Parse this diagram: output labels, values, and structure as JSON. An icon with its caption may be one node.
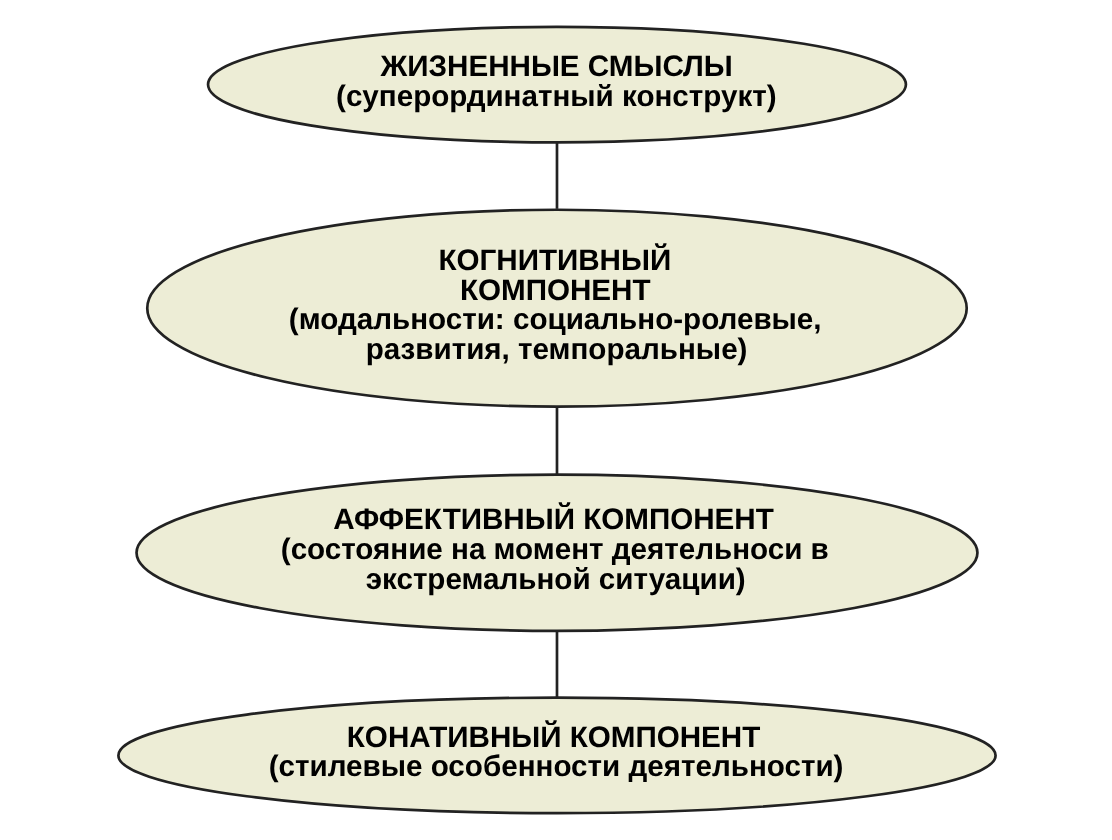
{
  "diagram": {
    "nodes": [
      {
        "text": [
          "ЖИЗНЕННЫЕ СМЫСЛЫ",
          "(суперординатный конструкт)"
        ]
      },
      {
        "text": [
          "КОГНИТИВНЫЙ КОМПОНЕНТ",
          "(модальности: социально-ролевые, развития, темпоральные)"
        ]
      },
      {
        "text": [
          "АФФЕКТИВНЫЙ КОМПОНЕНТ",
          "(состояние на момент деятельноси в экстремальной ситуации)"
        ]
      },
      {
        "text": [
          "КОНАТИВНЫЙ КОМПОНЕНТ",
          "(стилевые особенности деятельности)"
        ]
      }
    ],
    "edges": [
      {
        "from": 0,
        "to": 1,
        "arrow": "none"
      },
      {
        "from": 1,
        "to": 2,
        "arrow": "none"
      },
      {
        "from": 2,
        "to": 3,
        "arrow": "none"
      }
    ]
  }
}
